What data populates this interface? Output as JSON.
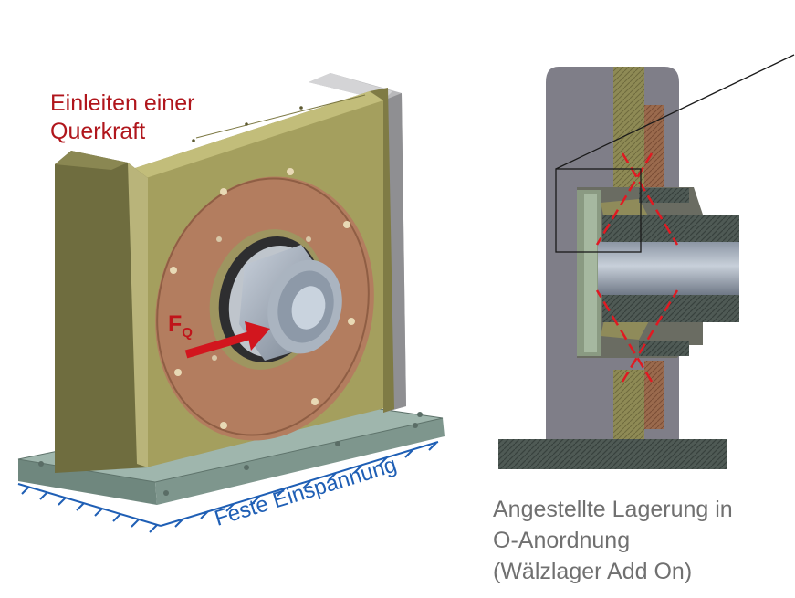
{
  "left_figure": {
    "load_label_line1": "Einleiten einer",
    "load_label_line2": "Querkraft",
    "force_symbol": "F",
    "force_subscript": "Q",
    "support_label": "Feste Einspannung"
  },
  "right_figure": {
    "caption_line1": "Angestellte Lagerung in",
    "caption_line2": "O-Anordnung",
    "caption_line3": "(Wälzlager Add On)"
  },
  "colors": {
    "load_red": "#b0161c",
    "support_blue": "#1f5fb5",
    "caption_gray": "#707070",
    "housing_olive": "#9e9a5c",
    "flange_copper": "#b07a5e",
    "base_teal": "#8aa39a",
    "section_gray": "#7c7b85"
  }
}
